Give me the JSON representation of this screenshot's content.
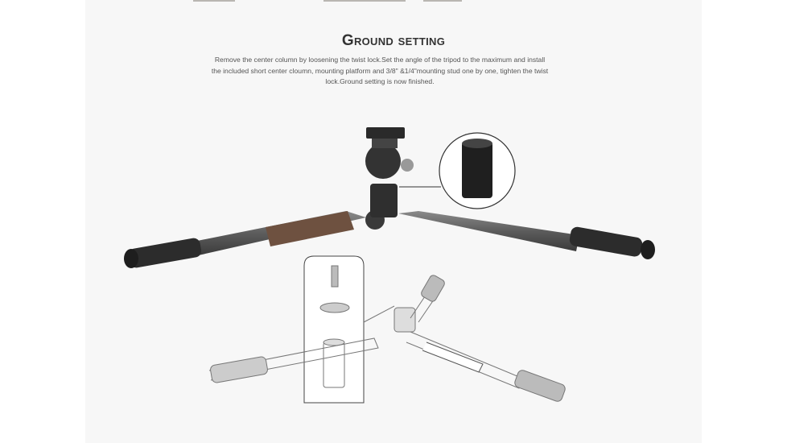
{
  "section": {
    "title": "Ground setting",
    "description": "Remove the center column by loosening the twist lock.Set the angle of the tripod to the maximum and install the included short center cloumn, mounting platform and 3/8\" &1/4\"mounting stud one by one, tighten the twist lock.Ground setting is now finished."
  },
  "images": {
    "main": "tripod-ground-setting-photo",
    "inset": "short-center-column-detail",
    "diagram": "ground-setting-assembly-diagram"
  }
}
